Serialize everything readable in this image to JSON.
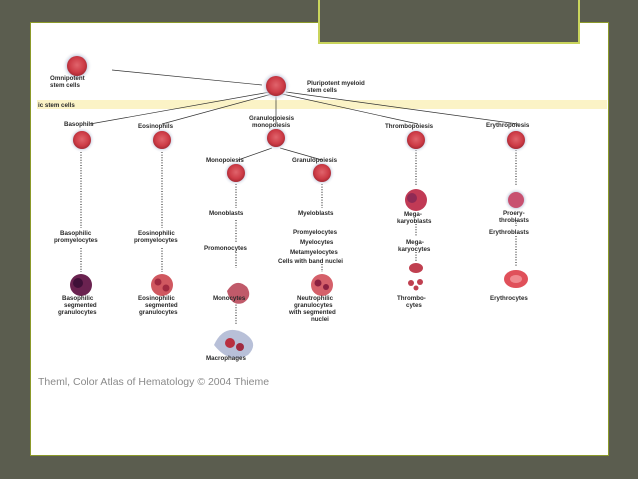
{
  "labels": {
    "omnipotent_1": "Omnipotent",
    "omnipotent_2": "stem cells",
    "pluripotent_1": "Pluripotent myeloid",
    "pluripotent_2": "stem cells",
    "band": "ic stem cells",
    "basophils": "Basophils",
    "eosinophils": "Eosinophils",
    "granulopoiesis_top_1": "Granulopoiesis",
    "granulopoiesis_top_2": "monopoiesis",
    "thrombopoiesis": "Thrombopoiesis",
    "erythropoiesis": "Erythropoiesis",
    "monopoiesis": "Monopoiesis",
    "granulopoiesis": "Granulopoiesis",
    "monoblasts": "Monoblasts",
    "myeloblasts": "Myeloblasts",
    "megakaryoblasts_1": "Mega-",
    "megakaryoblasts_2": "karyoblasts",
    "proerythroblasts_1": "Proery-",
    "proerythroblasts_2": "throblasts",
    "basophilic_promyelocytes_1": "Basophilic",
    "basophilic_promyelocytes_2": "promyelocytes",
    "eosinophilic_promyelocytes_1": "Eosinophilic",
    "eosinophilic_promyelocytes_2": "promyelocytes",
    "promyelocytes": "Promyelocytes",
    "myelocytes": "Myelocytes",
    "metamyelocytes": "Metamyelocytes",
    "band_nuclei": "Cells with band nuclei",
    "erythroblasts": "Erythroblasts",
    "megakaryocytes_1": "Mega-",
    "megakaryocytes_2": "karyocytes",
    "promonocytes": "Promonocytes",
    "basophilic_granulocytes_1": "Basophilic",
    "basophilic_granulocytes_2": "segmented",
    "basophilic_granulocytes_3": "granulocytes",
    "eosinophilic_granulocytes_1": "Eosinophilic",
    "eosinophilic_granulocytes_2": "segmented",
    "eosinophilic_granulocytes_3": "granulocytes",
    "monocytes": "Monocytes",
    "neutrophilic_1": "Neutrophilic",
    "neutrophilic_2": "granulocytes",
    "neutrophilic_3": "with segmented",
    "neutrophilic_4": "nuclei",
    "thrombocytes_1": "Thrombo-",
    "thrombocytes_2": "cytes",
    "erythrocytes": "Erythrocytes",
    "macrophages": "Macrophages"
  },
  "credit": "Theml, Color Atlas of Hematology © 2004 Thieme",
  "colors": {
    "cell": "#d2404a",
    "cell_edge": "#a32a33",
    "halo": "#9aa4c2",
    "band": "#fbf3c6"
  }
}
